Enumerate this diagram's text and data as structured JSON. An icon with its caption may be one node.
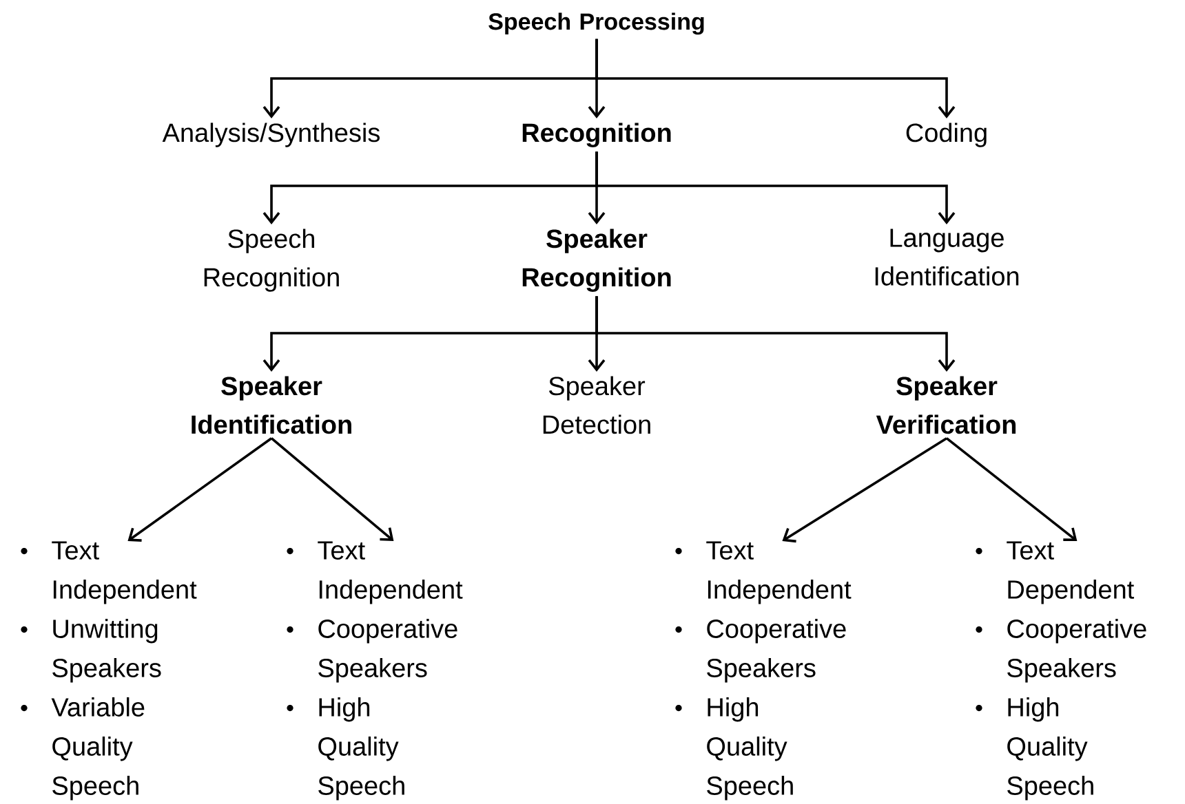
{
  "diagram": {
    "nodes": [
      {
        "text": [
          "Speech Processing"
        ]
      },
      {
        "text": [
          "Analysis/Synthesis"
        ]
      },
      {
        "text": [
          "Recognition"
        ]
      },
      {
        "text": [
          "Coding"
        ]
      },
      {
        "text": [
          "Speech Recognition"
        ]
      },
      {
        "text": [
          "Speaker Recognition"
        ]
      },
      {
        "text": [
          "Language Identification"
        ]
      },
      {
        "text": [
          "Speaker Identification"
        ]
      },
      {
        "text": [
          "Speaker Detection"
        ]
      },
      {
        "text": [
          "Speaker Verification"
        ]
      },
      {
        "text": [
          "Text Independent",
          "Unwitting Speakers",
          "Variable Quality Speech"
        ]
      },
      {
        "text": [
          "Text Independent",
          "Cooperative Speakers",
          "High Quality Speech"
        ]
      },
      {
        "text": [
          "Text Independent",
          "Cooperative Speakers",
          "High Quality Speech"
        ]
      },
      {
        "text": [
          "Text Dependent",
          "Cooperative Speakers",
          "High Quality Speech"
        ]
      }
    ],
    "edges": [
      {
        "from": 0,
        "to": 1,
        "arrow": "to"
      },
      {
        "from": 0,
        "to": 2,
        "arrow": "to"
      },
      {
        "from": 0,
        "to": 3,
        "arrow": "to"
      },
      {
        "from": 2,
        "to": 4,
        "arrow": "to"
      },
      {
        "from": 2,
        "to": 5,
        "arrow": "to"
      },
      {
        "from": 2,
        "to": 6,
        "arrow": "to"
      },
      {
        "from": 5,
        "to": 7,
        "arrow": "to"
      },
      {
        "from": 5,
        "to": 8,
        "arrow": "to"
      },
      {
        "from": 5,
        "to": 9,
        "arrow": "to"
      },
      {
        "from": 7,
        "to": 10,
        "arrow": "to"
      },
      {
        "from": 7,
        "to": 11,
        "arrow": "to"
      },
      {
        "from": 9,
        "to": 12,
        "arrow": "to"
      },
      {
        "from": 9,
        "to": 13,
        "arrow": "to"
      }
    ]
  }
}
